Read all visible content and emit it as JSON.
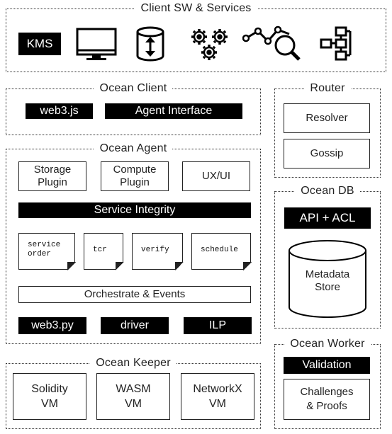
{
  "client_sw": {
    "title": "Client SW & Services",
    "kms_label": "KMS",
    "icons": [
      "monitor-icon",
      "database-transfer-icon",
      "gears-icon",
      "analytics-search-icon",
      "workflow-icon"
    ]
  },
  "ocean_client": {
    "title": "Ocean Client",
    "web3js": "web3.js",
    "agent_interface": "Agent Interface"
  },
  "router": {
    "title": "Router",
    "resolver": "Resolver",
    "gossip": "Gossip"
  },
  "ocean_agent": {
    "title": "Ocean Agent",
    "storage_plugin": "Storage\nPlugin",
    "compute_plugin": "Compute\nPlugin",
    "ux_ui": "UX/UI",
    "service_integrity": "Service Integrity",
    "notes": {
      "service_order": "service\norder",
      "tcr": "tcr",
      "verify": "verify",
      "schedule": "schedule"
    },
    "orchestrate": "Orchestrate & Events",
    "web3py": "web3.py",
    "driver": "driver",
    "ilp": "ILP"
  },
  "ocean_db": {
    "title": "Ocean DB",
    "api_acl": "API + ACL",
    "metadata_store": "Metadata\nStore"
  },
  "ocean_worker": {
    "title": "Ocean Worker",
    "validation": "Validation",
    "challenges": "Challenges\n& Proofs"
  },
  "ocean_keeper": {
    "title": "Ocean Keeper",
    "solidity": "Solidity\nVM",
    "wasm": "WASM\nVM",
    "networkx": "NetworkX\nVM"
  }
}
